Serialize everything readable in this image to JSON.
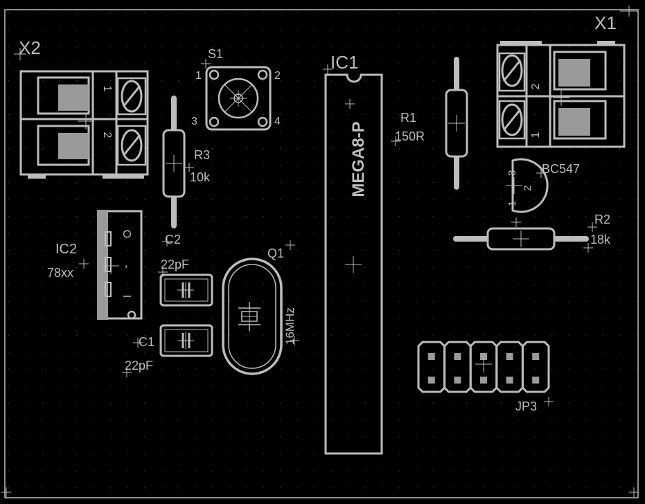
{
  "colors": {
    "background": "#000000",
    "silk": "#bdbdbd",
    "pad": "#9a9a9a",
    "grid_dot": "#3a3a3a"
  },
  "labels": {
    "x1": "X1",
    "x2": "X2",
    "s1": "S1",
    "ic1": "IC1",
    "ic1_value": "MEGA8-P",
    "r1": "R1",
    "r1_value": "150R",
    "r2": "R2",
    "r2_value": "18k",
    "r3": "R3",
    "r3_value": "10k",
    "c1": "C1",
    "c1_value": "22pF",
    "c2": "C2",
    "c2_value": "22pF",
    "q1": "Q1",
    "q1_value": "16MHz",
    "ic2": "IC2",
    "ic2_value": "78xx",
    "transistor_value": "BC547",
    "jp3": "JP3"
  },
  "pin_labels": {
    "s1_1": "1",
    "s1_2": "2",
    "s1_3": "3",
    "s1_4": "4",
    "x1_1": "1",
    "x1_2": "2",
    "x2_1": "1",
    "x2_2": "2",
    "t_1": "1",
    "t_2": "2",
    "t_3": "3",
    "ic2_o": "O",
    "ic2_dash": "-",
    "ic2_i": "I"
  }
}
